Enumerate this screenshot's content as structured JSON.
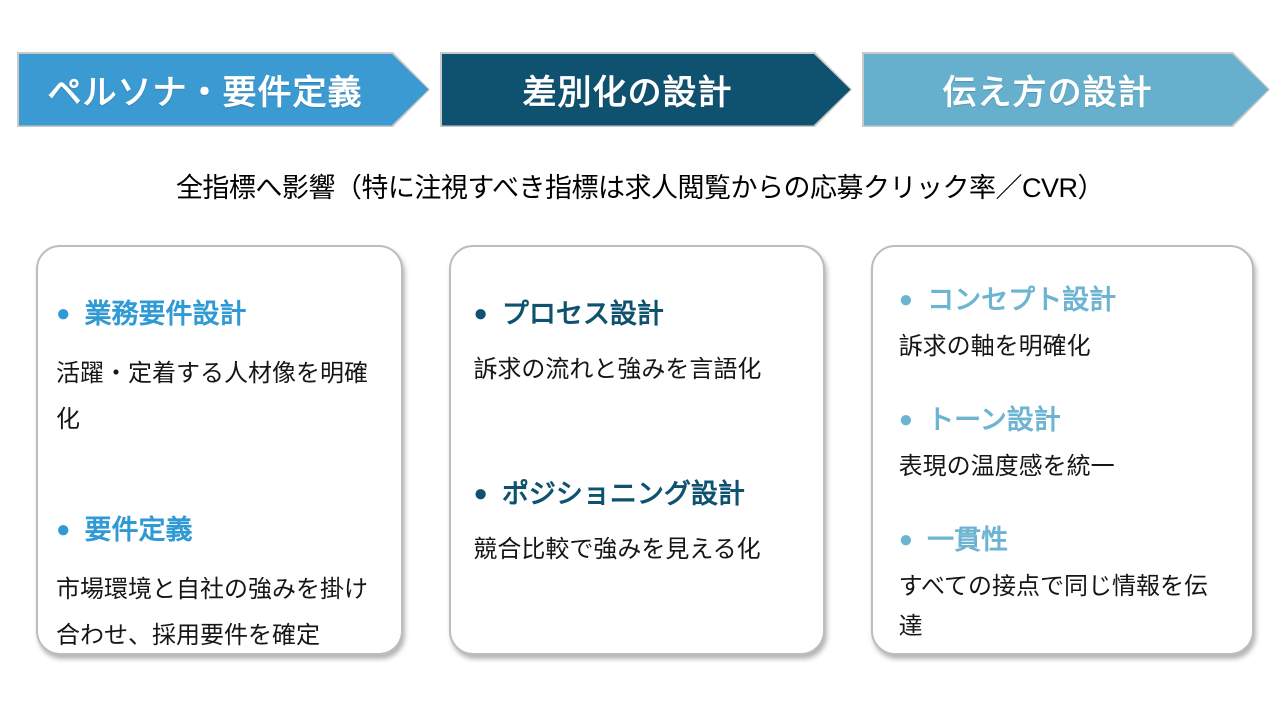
{
  "flow": {
    "steps": [
      {
        "label": "ペルソナ・要件定義",
        "color": "#3b9ad1"
      },
      {
        "label": "差別化の設計",
        "color": "#0f5270"
      },
      {
        "label": "伝え方の設計",
        "color": "#66afcd"
      }
    ]
  },
  "subtitle": "全指標へ影響（特に注視すべき指標は求人閲覧からの応募クリック率／CVR）",
  "icons": {
    "bullet": "●"
  },
  "cards": [
    {
      "accent": "#2f9ad4",
      "sections": [
        {
          "heading": "業務要件設計",
          "body": "活躍・定着する人材像を明確化"
        },
        {
          "heading": "要件定義",
          "body": "市場環境と自社の強みを掛け合わせ、採用要件を確定"
        }
      ]
    },
    {
      "accent": "#0f5270",
      "sections": [
        {
          "heading": "プロセス設計",
          "body": "訴求の流れと強みを言語化"
        },
        {
          "heading": "ポジショニング設計",
          "body": "競合比較で強みを見える化"
        }
      ]
    },
    {
      "accent": "#6cb4d2",
      "sections": [
        {
          "heading": "コンセプト設計",
          "body": "訴求の軸を明確化"
        },
        {
          "heading": "トーン設計",
          "body": "表現の温度感を統一"
        },
        {
          "heading": "一貫性",
          "body": "すべての接点で同じ情報を伝達"
        }
      ]
    }
  ]
}
